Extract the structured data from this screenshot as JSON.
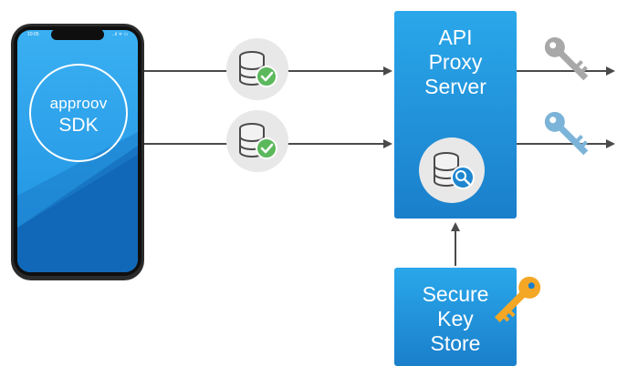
{
  "phone": {
    "time": "10:05",
    "status": "..ıl ᯤ ▭",
    "sdk_line1": "approov",
    "sdk_line2": "SDK"
  },
  "proxy": {
    "title_lines": [
      "API",
      "Proxy",
      "Server"
    ]
  },
  "key_store": {
    "title_lines": [
      "Secure",
      "Key",
      "Store"
    ]
  },
  "colors": {
    "box_top": "#2aa4e6",
    "box_bottom": "#1a7fc9",
    "arrow": "#4a4a4a",
    "badge_bg": "#e9e9e9",
    "check": "#5cb85c",
    "key_gray": "#a9a9a9",
    "key_blue": "#7ab3d8",
    "key_orange": "#f2a623",
    "phone_frame": "#111111",
    "screen_light": "#38aef0",
    "screen_dark": "#0d66b8"
  },
  "icons": {
    "badge_1": "database-check-icon",
    "badge_2": "database-check-icon",
    "proxy_badge": "database-search-icon",
    "key_1": "key-gray-icon",
    "key_2": "key-blue-icon",
    "key_3": "key-orange-icon"
  }
}
